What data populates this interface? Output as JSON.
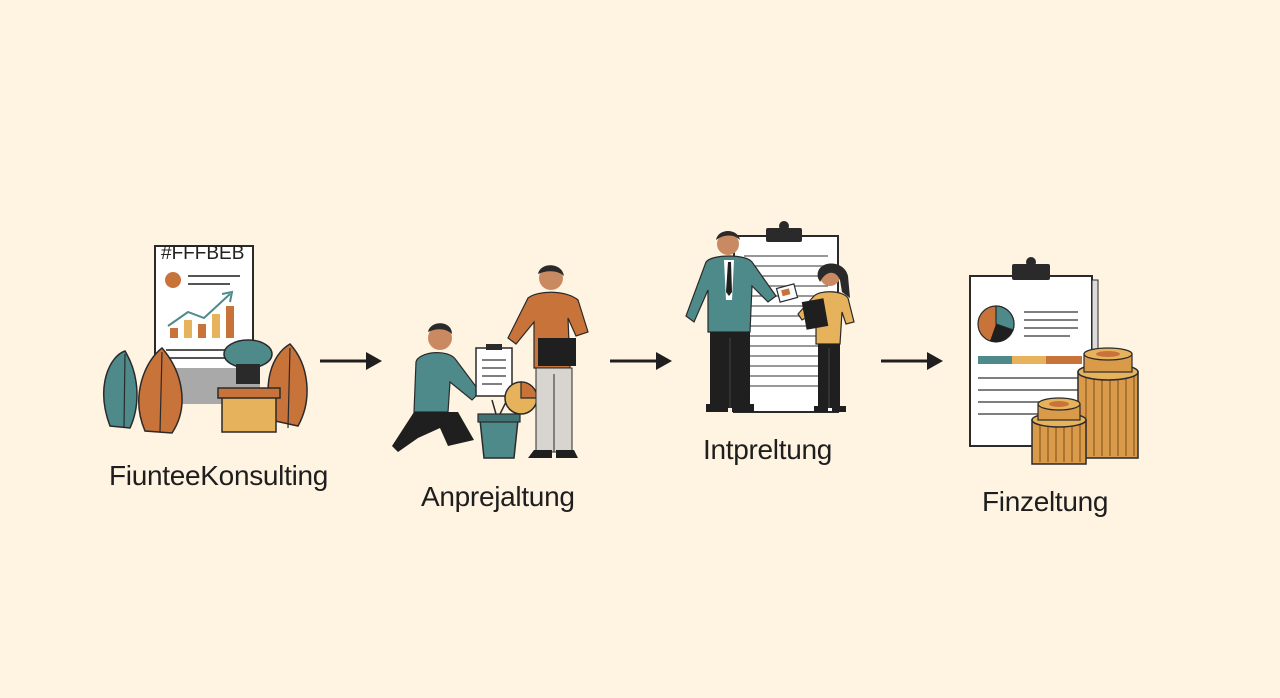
{
  "colors": {
    "background": "#fff3e1",
    "teal": "#4f8a8b",
    "orange": "#c8733a",
    "mustard": "#e6b25c",
    "dark": "#1f1f1f",
    "paper": "#ffffff"
  },
  "stages": [
    {
      "label": "FiunteeKonsulting",
      "doc_text": "#FFFBEB",
      "icon": "report-chart-plants"
    },
    {
      "label": "Anprejaltung",
      "icon": "two-people-planting"
    },
    {
      "label": "Intpreltung",
      "icon": "two-people-clipboard"
    },
    {
      "label": "Finzeltung",
      "icon": "report-coins"
    }
  ]
}
